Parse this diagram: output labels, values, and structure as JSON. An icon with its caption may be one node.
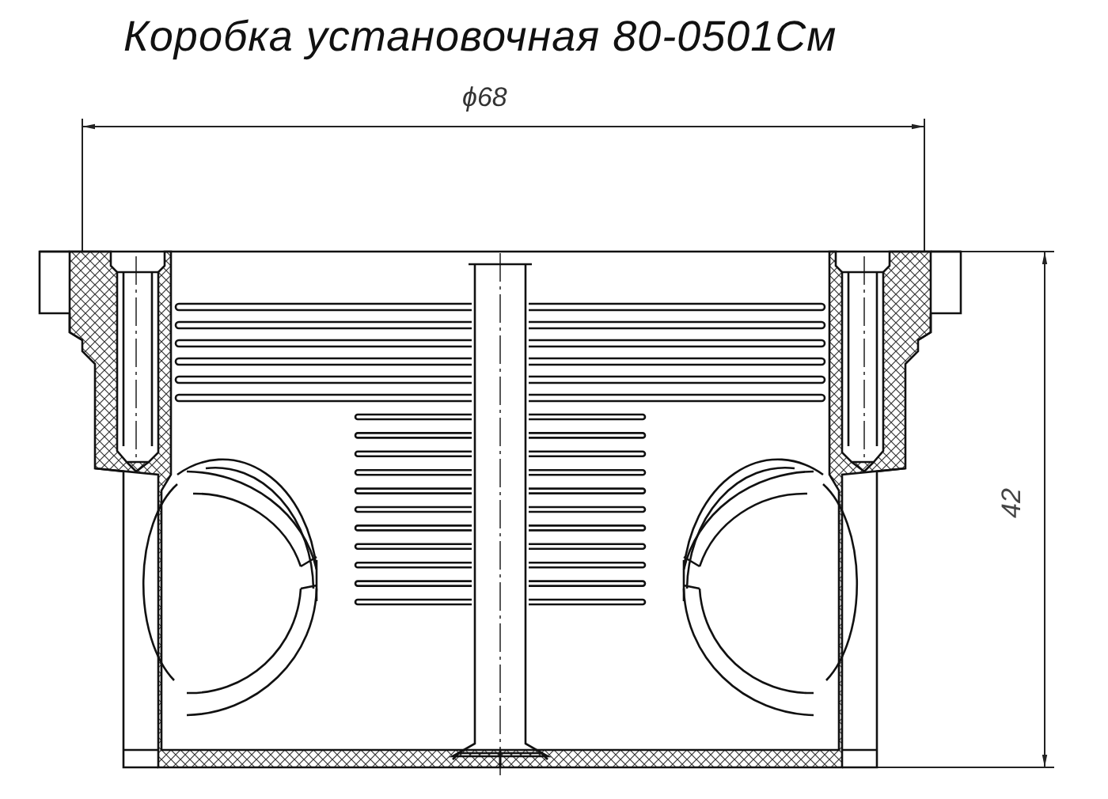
{
  "diagram": {
    "title": "Коробка установочная 80-0501См",
    "labels": [
      "ϕ68",
      "42"
    ]
  }
}
